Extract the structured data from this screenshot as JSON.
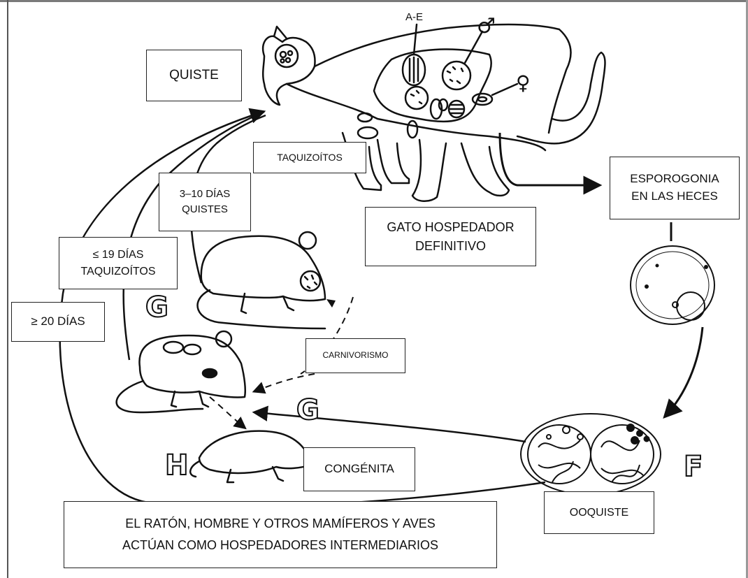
{
  "labels": {
    "quiste": "QUISTE",
    "a_e": "A-E",
    "male_symbol": "♂",
    "female_symbol": "♀",
    "taquizoitos": "TAQUIZOÍTOS",
    "dias_3_10": "3–10 DÍAS\nQUISTES",
    "gato": "GATO HOSPEDADOR\nDEFINITIVO",
    "esporogonia": "ESPOROGONIA\nEN LAS HECES",
    "dias_19": "≤ 19 DÍAS\nTAQUIZOÍTOS",
    "dias_20": "≥ 20 DÍAS",
    "carnivorismo": "CARNIVORISMO",
    "congenita": "CONGÉNITA",
    "ooquiste": "OOQUISTE",
    "intermediarios": "EL RATÓN, HOMBRE Y OTROS MAMÍFEROS Y AVES\nACTÚAN COMO HOSPEDADORES INTERMEDIARIOS"
  },
  "letters": {
    "g_upper": "G",
    "g_lower": "G",
    "h": "H",
    "f": "F"
  }
}
